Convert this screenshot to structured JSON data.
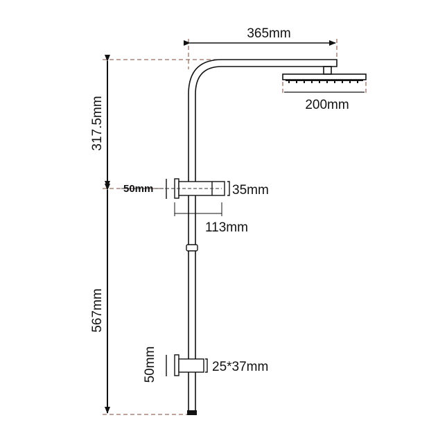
{
  "diagram": {
    "subject": "Shower rail kit dimension drawing",
    "dimensions": {
      "arm_width": "365mm",
      "head_diameter": "200mm",
      "upper_height": "317.5mm",
      "lower_height": "567mm",
      "upper_holder_height": "50mm",
      "upper_holder_depth": "35mm",
      "upper_holder_length": "113mm",
      "lower_holder_height": "50mm",
      "lower_holder_size": "25*37mm"
    },
    "colors": {
      "line": "#111111",
      "dashed": "#7a4a3a"
    }
  }
}
